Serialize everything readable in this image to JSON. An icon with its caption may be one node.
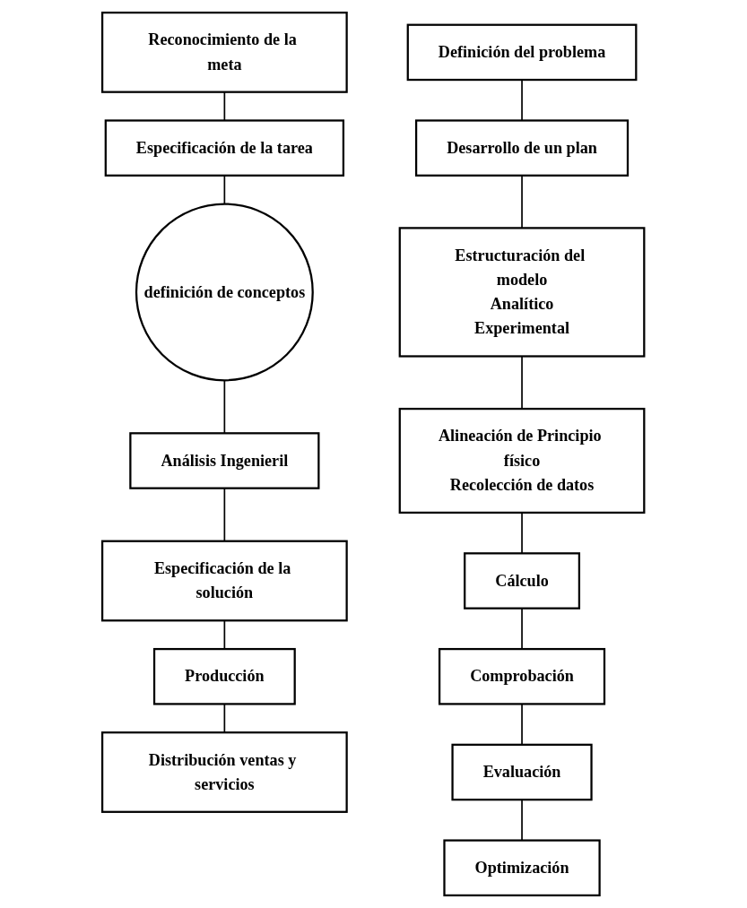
{
  "diagram": {
    "nodes": [
      {
        "text": [
          "Reconocimiento de la meta"
        ]
      },
      {
        "text": [
          "Especificación de la tarea"
        ]
      },
      {
        "text": [
          "definición de conceptos"
        ]
      },
      {
        "text": [
          "Análisis Ingenieril"
        ]
      },
      {
        "text": [
          "Especificación de la solución"
        ]
      },
      {
        "text": [
          "Producción"
        ]
      },
      {
        "text": [
          "Distribución ventas y servicios"
        ]
      },
      {
        "text": [
          "Definición del problema"
        ]
      },
      {
        "text": [
          "Desarrollo de un plan"
        ]
      },
      {
        "text": [
          "Estructuración del modelo",
          "Analítico",
          "Experimental"
        ]
      },
      {
        "text": [
          "Alineación de Principio físico",
          "Recolección de datos"
        ]
      },
      {
        "text": [
          "Cálculo"
        ]
      },
      {
        "text": [
          "Comprobación"
        ]
      },
      {
        "text": [
          "Evaluación"
        ]
      },
      {
        "text": [
          "Optimización"
        ]
      }
    ],
    "edges": [
      {
        "from": 0,
        "to": 1,
        "arrow": "none"
      },
      {
        "from": 1,
        "to": 2,
        "arrow": "none"
      },
      {
        "from": 2,
        "to": 3,
        "arrow": "none"
      },
      {
        "from": 3,
        "to": 4,
        "arrow": "none"
      },
      {
        "from": 4,
        "to": 5,
        "arrow": "none"
      },
      {
        "from": 5,
        "to": 6,
        "arrow": "none"
      },
      {
        "from": 7,
        "to": 8,
        "arrow": "none"
      },
      {
        "from": 8,
        "to": 9,
        "arrow": "none"
      },
      {
        "from": 9,
        "to": 10,
        "arrow": "none"
      },
      {
        "from": 10,
        "to": 11,
        "arrow": "none"
      },
      {
        "from": 11,
        "to": 12,
        "arrow": "none"
      },
      {
        "from": 12,
        "to": 13,
        "arrow": "none"
      },
      {
        "from": 13,
        "to": 14,
        "arrow": "none"
      }
    ]
  }
}
